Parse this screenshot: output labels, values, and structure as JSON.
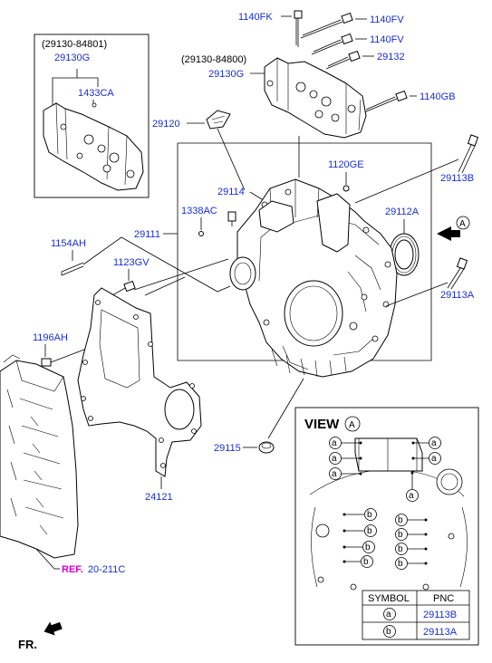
{
  "callouts": {
    "p1140FK": "1140FK",
    "p1140FV_a": "1140FV",
    "p1140FV_b": "1140FV",
    "p29132": "29132",
    "p1140GB": "1140GB",
    "ref84800": "(29130-84800)",
    "p29130G_main": "29130G",
    "ref84801": "(29130-84801)",
    "p29130G_inset": "29130G",
    "p1433CA": "1433CA",
    "p29120": "29120",
    "p1120GE": "1120GE",
    "p29113B": "29113B",
    "p29114": "29114",
    "p1338AC": "1338AC",
    "p29112A": "29112A",
    "p29111": "29111",
    "p1154AH": "1154AH",
    "p1123GV": "1123GV",
    "p29113A": "29113A",
    "p1196AH": "1196AH",
    "p29115": "29115",
    "p24121": "24121",
    "ref_prefix": "REF.",
    "ref_num": "20-211C",
    "arrow_a": "A",
    "fr": "FR."
  },
  "view": {
    "title": "VIEW",
    "letter": "A",
    "symbol_a": "a",
    "symbol_b": "b",
    "table": {
      "headers": [
        "SYMBOL",
        "PNC"
      ],
      "rows": [
        {
          "symbol": "a",
          "pnc": "29113B"
        },
        {
          "symbol": "b",
          "pnc": "29113A"
        }
      ]
    }
  },
  "colors": {
    "part_number": "#1a2fd0",
    "ref_prefix": "#d400d4",
    "ref_number": "#1a2fd0"
  }
}
